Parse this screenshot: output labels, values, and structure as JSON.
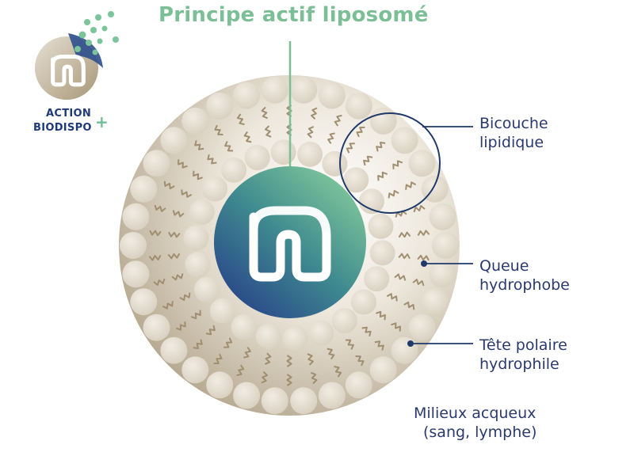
{
  "title": "Principe actif liposomé",
  "badge": {
    "line1": "ACTION",
    "line2": "BIODISPO",
    "plus": "+"
  },
  "labels": {
    "bilayer_line1": "Bicouche",
    "bilayer_line2": "lipidique",
    "tail_line1": "Queue",
    "tail_line2": "hydrophobe",
    "head_line1": "Tête polaire",
    "head_line2": "hydrophile",
    "medium_line1": "Milieux acqueux",
    "medium_line2": "(sang, lymphe)"
  },
  "colors": {
    "title": "#7cbf96",
    "label_text": "#2a3a6e",
    "leader": "#1f3a6a",
    "core_green": "#7cbf96",
    "core_blue": "#2c4f8c",
    "bead": "#e6ded0",
    "tail": "#a08e70"
  },
  "icons": {
    "core_logo": "n-monogram-icon",
    "badge_logo": "n-monogram-icon"
  }
}
